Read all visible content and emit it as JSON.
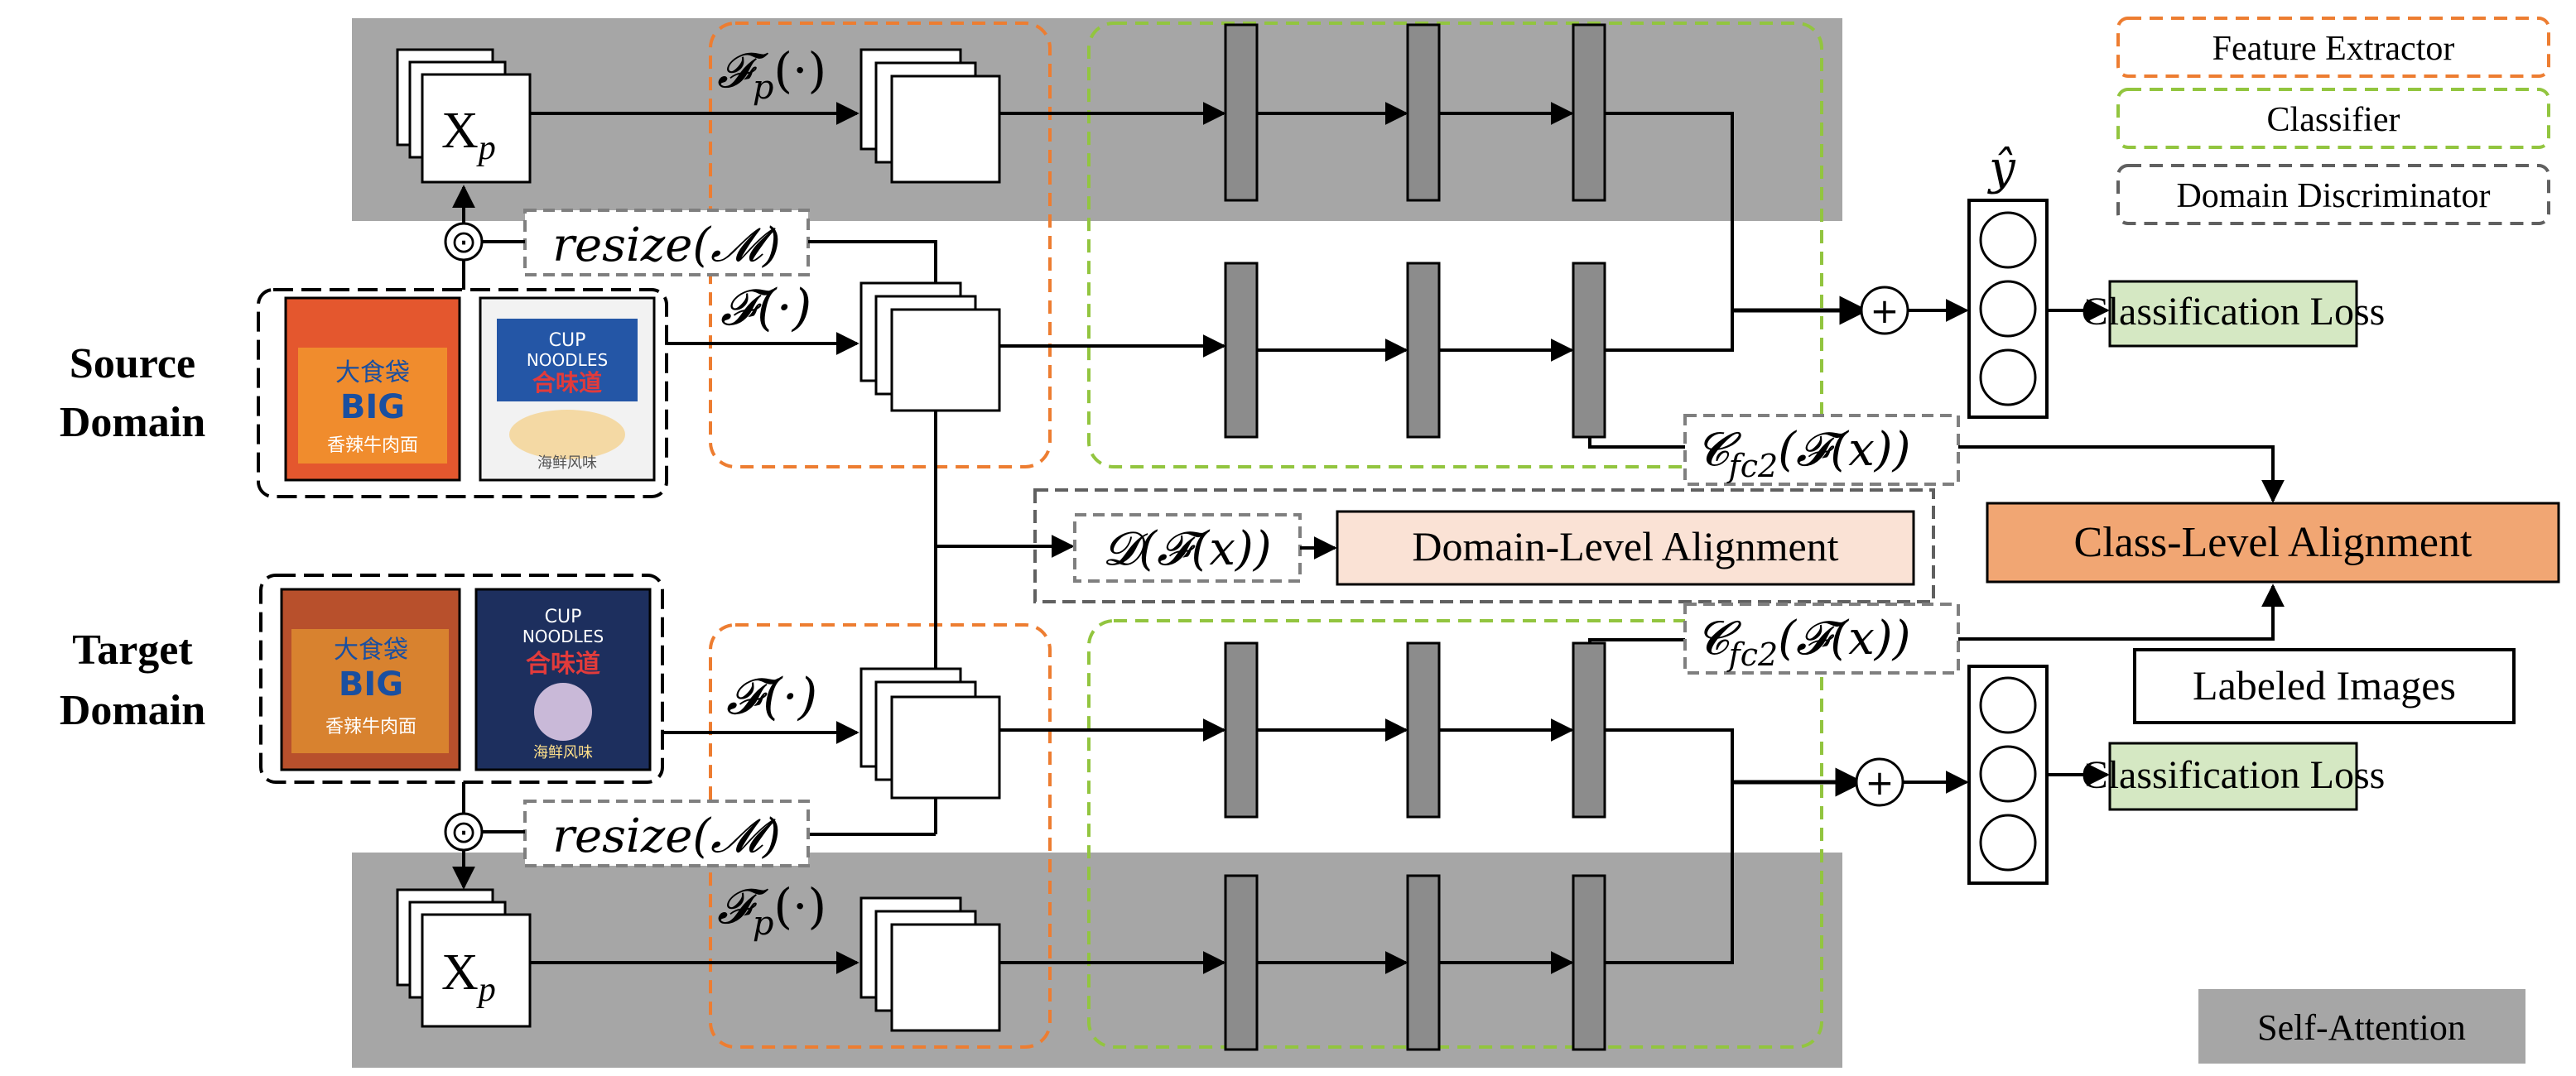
{
  "legend": {
    "feature_extractor": "Feature Extractor",
    "classifier": "Classifier",
    "domain_discriminator": "Domain Discriminator",
    "self_attention": "Self-Attention"
  },
  "domains": {
    "source_line1": "Source",
    "source_line2": "Domain",
    "target_line1": "Target",
    "target_line2": "Domain"
  },
  "labels": {
    "xp_top": "X",
    "xp_top_sub": "p",
    "xp_bottom": "X",
    "xp_bottom_sub": "p",
    "fp_top": "𝓕",
    "fp_top_sub": "p",
    "fp_top_arg": "(·)",
    "fp_bottom": "𝓕",
    "fp_bottom_sub": "p",
    "fp_bottom_arg": "(·)",
    "f_source": "𝓕(·)",
    "f_target": "𝓕(·)",
    "resize_top": "resize(𝓜)",
    "resize_bottom": "resize(𝓜)",
    "cfc2_top": "𝓒",
    "cfc2_top_sub": "fc2",
    "cfc2_top_arg": "(𝓕(x))",
    "cfc2_bottom": "𝓒",
    "cfc2_bottom_sub": "fc2",
    "cfc2_bottom_arg": "(𝓕(x))",
    "d_fx": "𝓓(𝓕(x))",
    "y_hat": "ŷ",
    "odot_top": "⊙",
    "odot_bottom": "⊙",
    "plus_top": "+",
    "plus_bottom": "+"
  },
  "boxes": {
    "domain_alignment": "Domain-Level Alignment",
    "class_alignment": "Class-Level Alignment",
    "classification_loss_top": "Classification Loss",
    "classification_loss_bottom": "Classification Loss",
    "labeled_images": "Labeled Images"
  },
  "product_images": {
    "source_1": [
      "大食袋",
      "BIG",
      "香辣牛肉面"
    ],
    "source_2": [
      "CUP",
      "NOODLES",
      "合味道",
      "海鲜风味"
    ],
    "target_1": [
      "大食袋",
      "BIG",
      "香辣牛肉面"
    ],
    "target_2": [
      "CUP",
      "NOODLES",
      "合味道",
      "海鲜风味"
    ]
  },
  "colors": {
    "gray_band": "#a6a6a6",
    "feature_orange": "#ed7d31",
    "classifier_green": "#92c53f",
    "discriminator_gray": "#606060",
    "loss_green": "#d5e8c3",
    "class_align_orange": "#f1a673",
    "domain_align_peach": "#fae2d5",
    "fc_bar": "#8c8c8c"
  }
}
